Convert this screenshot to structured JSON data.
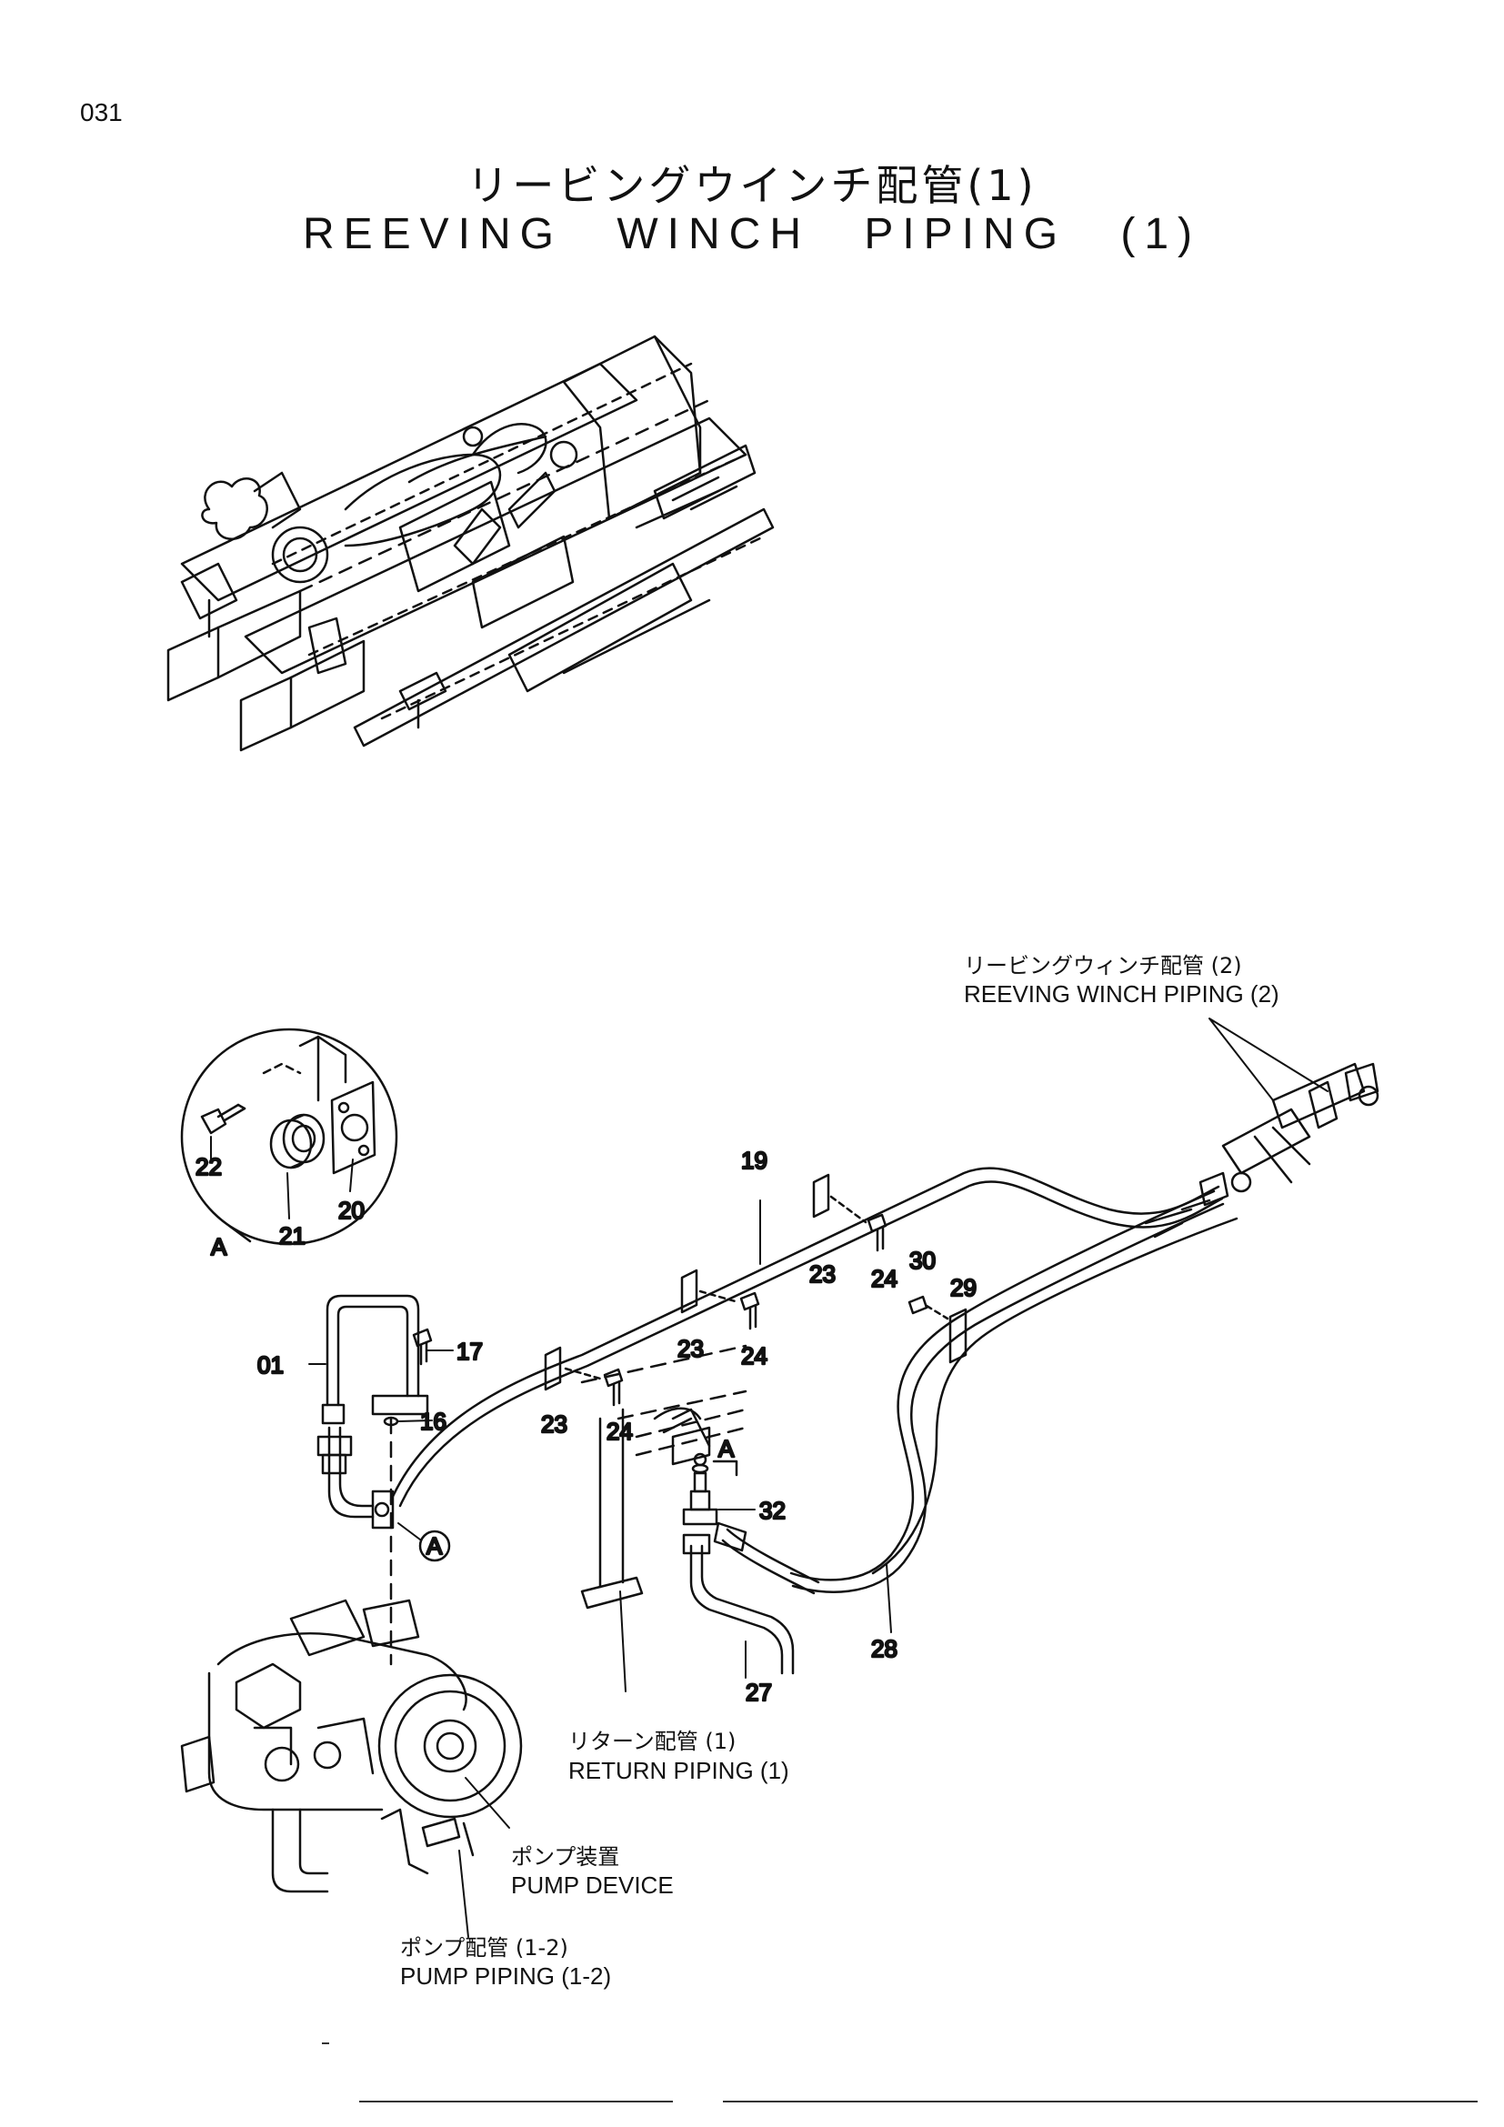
{
  "page": {
    "number": "031"
  },
  "title": {
    "japanese": "リービングウインチ配管(1)",
    "english": "REEVING WINCH PIPING (1)"
  },
  "references": {
    "reeving_winch_piping_2_jp": "リービングウィンチ配管 (2)",
    "reeving_winch_piping_2_en": "REEVING WINCH PIPING (2)",
    "return_piping_jp": "リターン配管 (1)",
    "return_piping_en": "RETURN PIPING (1)",
    "pump_device_jp": "ポンプ装置",
    "pump_device_en": "PUMP DEVICE",
    "pump_piping_jp": "ポンプ配管 (1-2)",
    "pump_piping_en": "PUMP PIPING (1-2)"
  },
  "detail_view": {
    "letter": "A",
    "callout_letter": "A",
    "parts": {
      "bolt": "22",
      "fitting": "21",
      "flange": "20"
    }
  },
  "part_numbers": {
    "pipe_01": "01",
    "bolt_17": "17",
    "oring_16": "16",
    "hose_19": "19",
    "clamp_23a": "23",
    "clamp_23b": "23",
    "clamp_23c": "23",
    "bolt_24a": "24",
    "bolt_24b": "24",
    "bolt_24c": "24",
    "bolt_30": "30",
    "clamp_29": "29",
    "hose_27": "27",
    "hose_28": "28",
    "fitting_32": "32",
    "detail_ref_a": "A"
  }
}
